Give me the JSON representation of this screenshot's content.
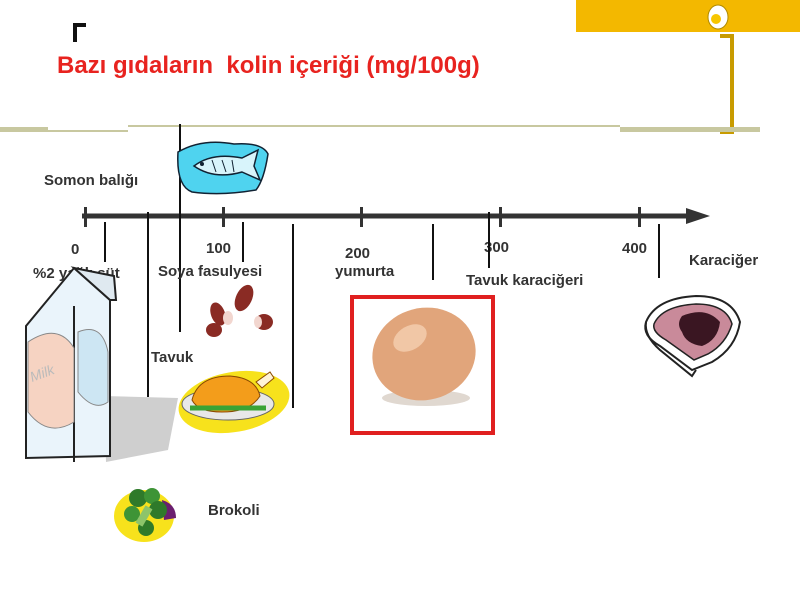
{
  "title": "Bazı gıdaların  kolin içeriği (mg/100g)",
  "colors": {
    "title": "#e8231f",
    "accent_gold": "#f3b800",
    "olive_rule": "#c8c8a0",
    "egg_frame": "#e02020"
  },
  "axis": {
    "ticks": [
      {
        "value": "0"
      },
      {
        "value": "100"
      },
      {
        "value": "200"
      },
      {
        "value": "300"
      },
      {
        "value": "400"
      }
    ]
  },
  "foods": [
    {
      "label": "%2 yağlı süt",
      "icon": "milk-carton-icon"
    },
    {
      "label": "Somon balığı",
      "icon": "fish-icon"
    },
    {
      "label": "Soya fasulyesi",
      "icon": "beans-icon"
    },
    {
      "label": "Tavuk",
      "icon": "roast-chicken-icon"
    },
    {
      "label": "yumurta",
      "icon": "egg-icon"
    },
    {
      "label": "Tavuk karaciğeri",
      "icon": ""
    },
    {
      "label": "Karaciğer",
      "icon": "liver-steak-icon"
    },
    {
      "label": "Brokoli",
      "icon": "broccoli-icon"
    }
  ]
}
